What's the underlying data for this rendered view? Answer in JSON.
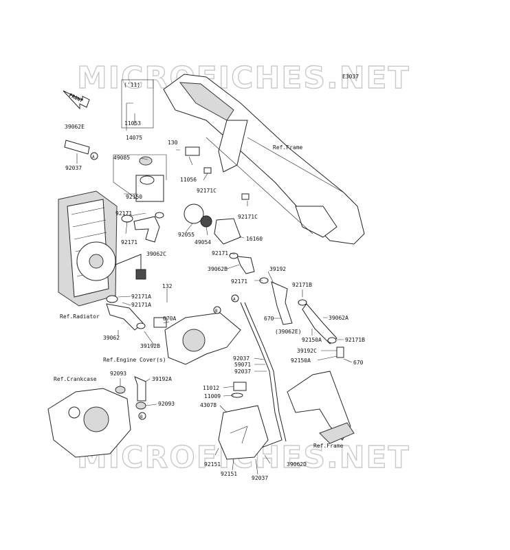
{
  "watermark": "MICROFICHES.NET",
  "diagram_code": "E3037",
  "front_label": "FRONT",
  "part_labels": {
    "l11": "('11)",
    "p11053": "11053",
    "p39062E": "39062E",
    "p14075": "14075",
    "p92037a": "92037",
    "pA1": "A",
    "p49085": "49085",
    "p130": "130",
    "p11056": "11056",
    "p92171C1": "92171C",
    "p92171C2": "92171C",
    "p92150": "92150",
    "p92171a": "92171",
    "p92171b": "92171",
    "p92055": "92055",
    "p49054": "49054",
    "p16160": "16160",
    "p39062C": "39062C",
    "p92171c": "92171",
    "p39062B": "39062B",
    "p39192": "39192",
    "p92171d": "92171",
    "p92171B1": "92171B",
    "p132": "132",
    "p92171A1": "92171A",
    "p92171A2": "92171A",
    "pB1": "B",
    "refRadiator": "Ref.Radiator",
    "p670a": "670A",
    "pA2": "A",
    "p670b": "670",
    "p39062A": "39062A",
    "p39062": "39062",
    "p39192B": "39192B",
    "p39062Ep": "(39062E)",
    "p92150A1": "92150A",
    "p92171B2": "92171B",
    "refEngineCover": "Ref.Engine Cover(s)",
    "p92037b": "92037",
    "p59071": "59071",
    "p92037c": "92037",
    "p39192C": "39192C",
    "p92150A2": "92150A",
    "p670c": "670",
    "refCrankcase": "Ref.Crankcase",
    "p92093a": "92093",
    "p39192A": "39192A",
    "p11012": "11012",
    "p11009": "11009",
    "p43078": "43078",
    "p92093b": "92093",
    "pB2": "B",
    "refFrame1": "Ref.Frame",
    "refFrame2": "Ref.Frame",
    "p92151a": "92151",
    "p39062D": "39062D",
    "p92151b": "92151",
    "p92037d": "92037"
  }
}
